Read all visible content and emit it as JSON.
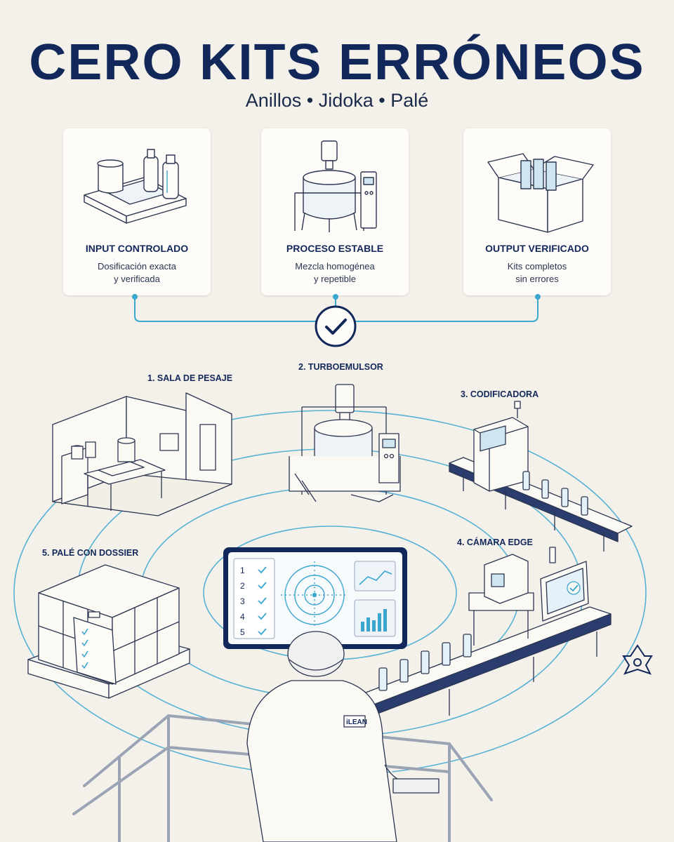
{
  "header": {
    "title": "CERO KITS ERRÓNEOS",
    "subtitle": "Anillos • Jidoka • Palé"
  },
  "pillars": [
    {
      "title": "INPUT CONTROLADO",
      "desc_line1": "Dosificación exacta",
      "desc_line2": "y verificada",
      "icon": "scale-icon"
    },
    {
      "title": "PROCESO ESTABLE",
      "desc_line1": "Mezcla homogénea",
      "desc_line2": "y repetible",
      "icon": "mixer-tank-icon"
    },
    {
      "title": "OUTPUT VERIFICADO",
      "desc_line1": "Kits completos",
      "desc_line2": "sin errores",
      "icon": "box-icon"
    }
  ],
  "connector": {
    "icon": "check-circle-icon"
  },
  "stations": [
    {
      "label": "1. SALA DE PESAJE"
    },
    {
      "label": "2. TURBOEMULSOR"
    },
    {
      "label": "3. CODIFICADORA"
    },
    {
      "label": "4. CÁMARA EDGE"
    },
    {
      "label": "5. PALÉ CON DOSSIER"
    }
  ],
  "dashboard": {
    "checklist": [
      "1",
      "2",
      "3",
      "4",
      "5"
    ],
    "icons": [
      "checklist-icon",
      "target-icon",
      "line-chart-icon",
      "bar-chart-icon"
    ]
  },
  "operator": {
    "badge": "iLEAN"
  },
  "colors": {
    "navy": "#13285a",
    "accent": "#3ba6d0",
    "background": "#f4f1ea"
  }
}
